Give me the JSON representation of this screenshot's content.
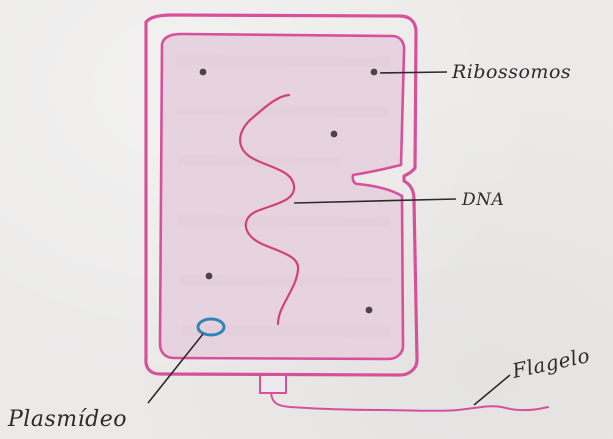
{
  "diagram": {
    "labels": {
      "ribossomos": "Ribossomos",
      "dna": "DNA",
      "flagelo": "Flagelo",
      "plasmideo": "Plasmídeo"
    },
    "colors": {
      "membrane": "#d9509a",
      "cytoplasm": "#e7d3df",
      "dna": "#d0446d",
      "ribosome": "#4b4346",
      "plasmid": "#2f86b5",
      "ink": "#2e2a2c"
    }
  }
}
